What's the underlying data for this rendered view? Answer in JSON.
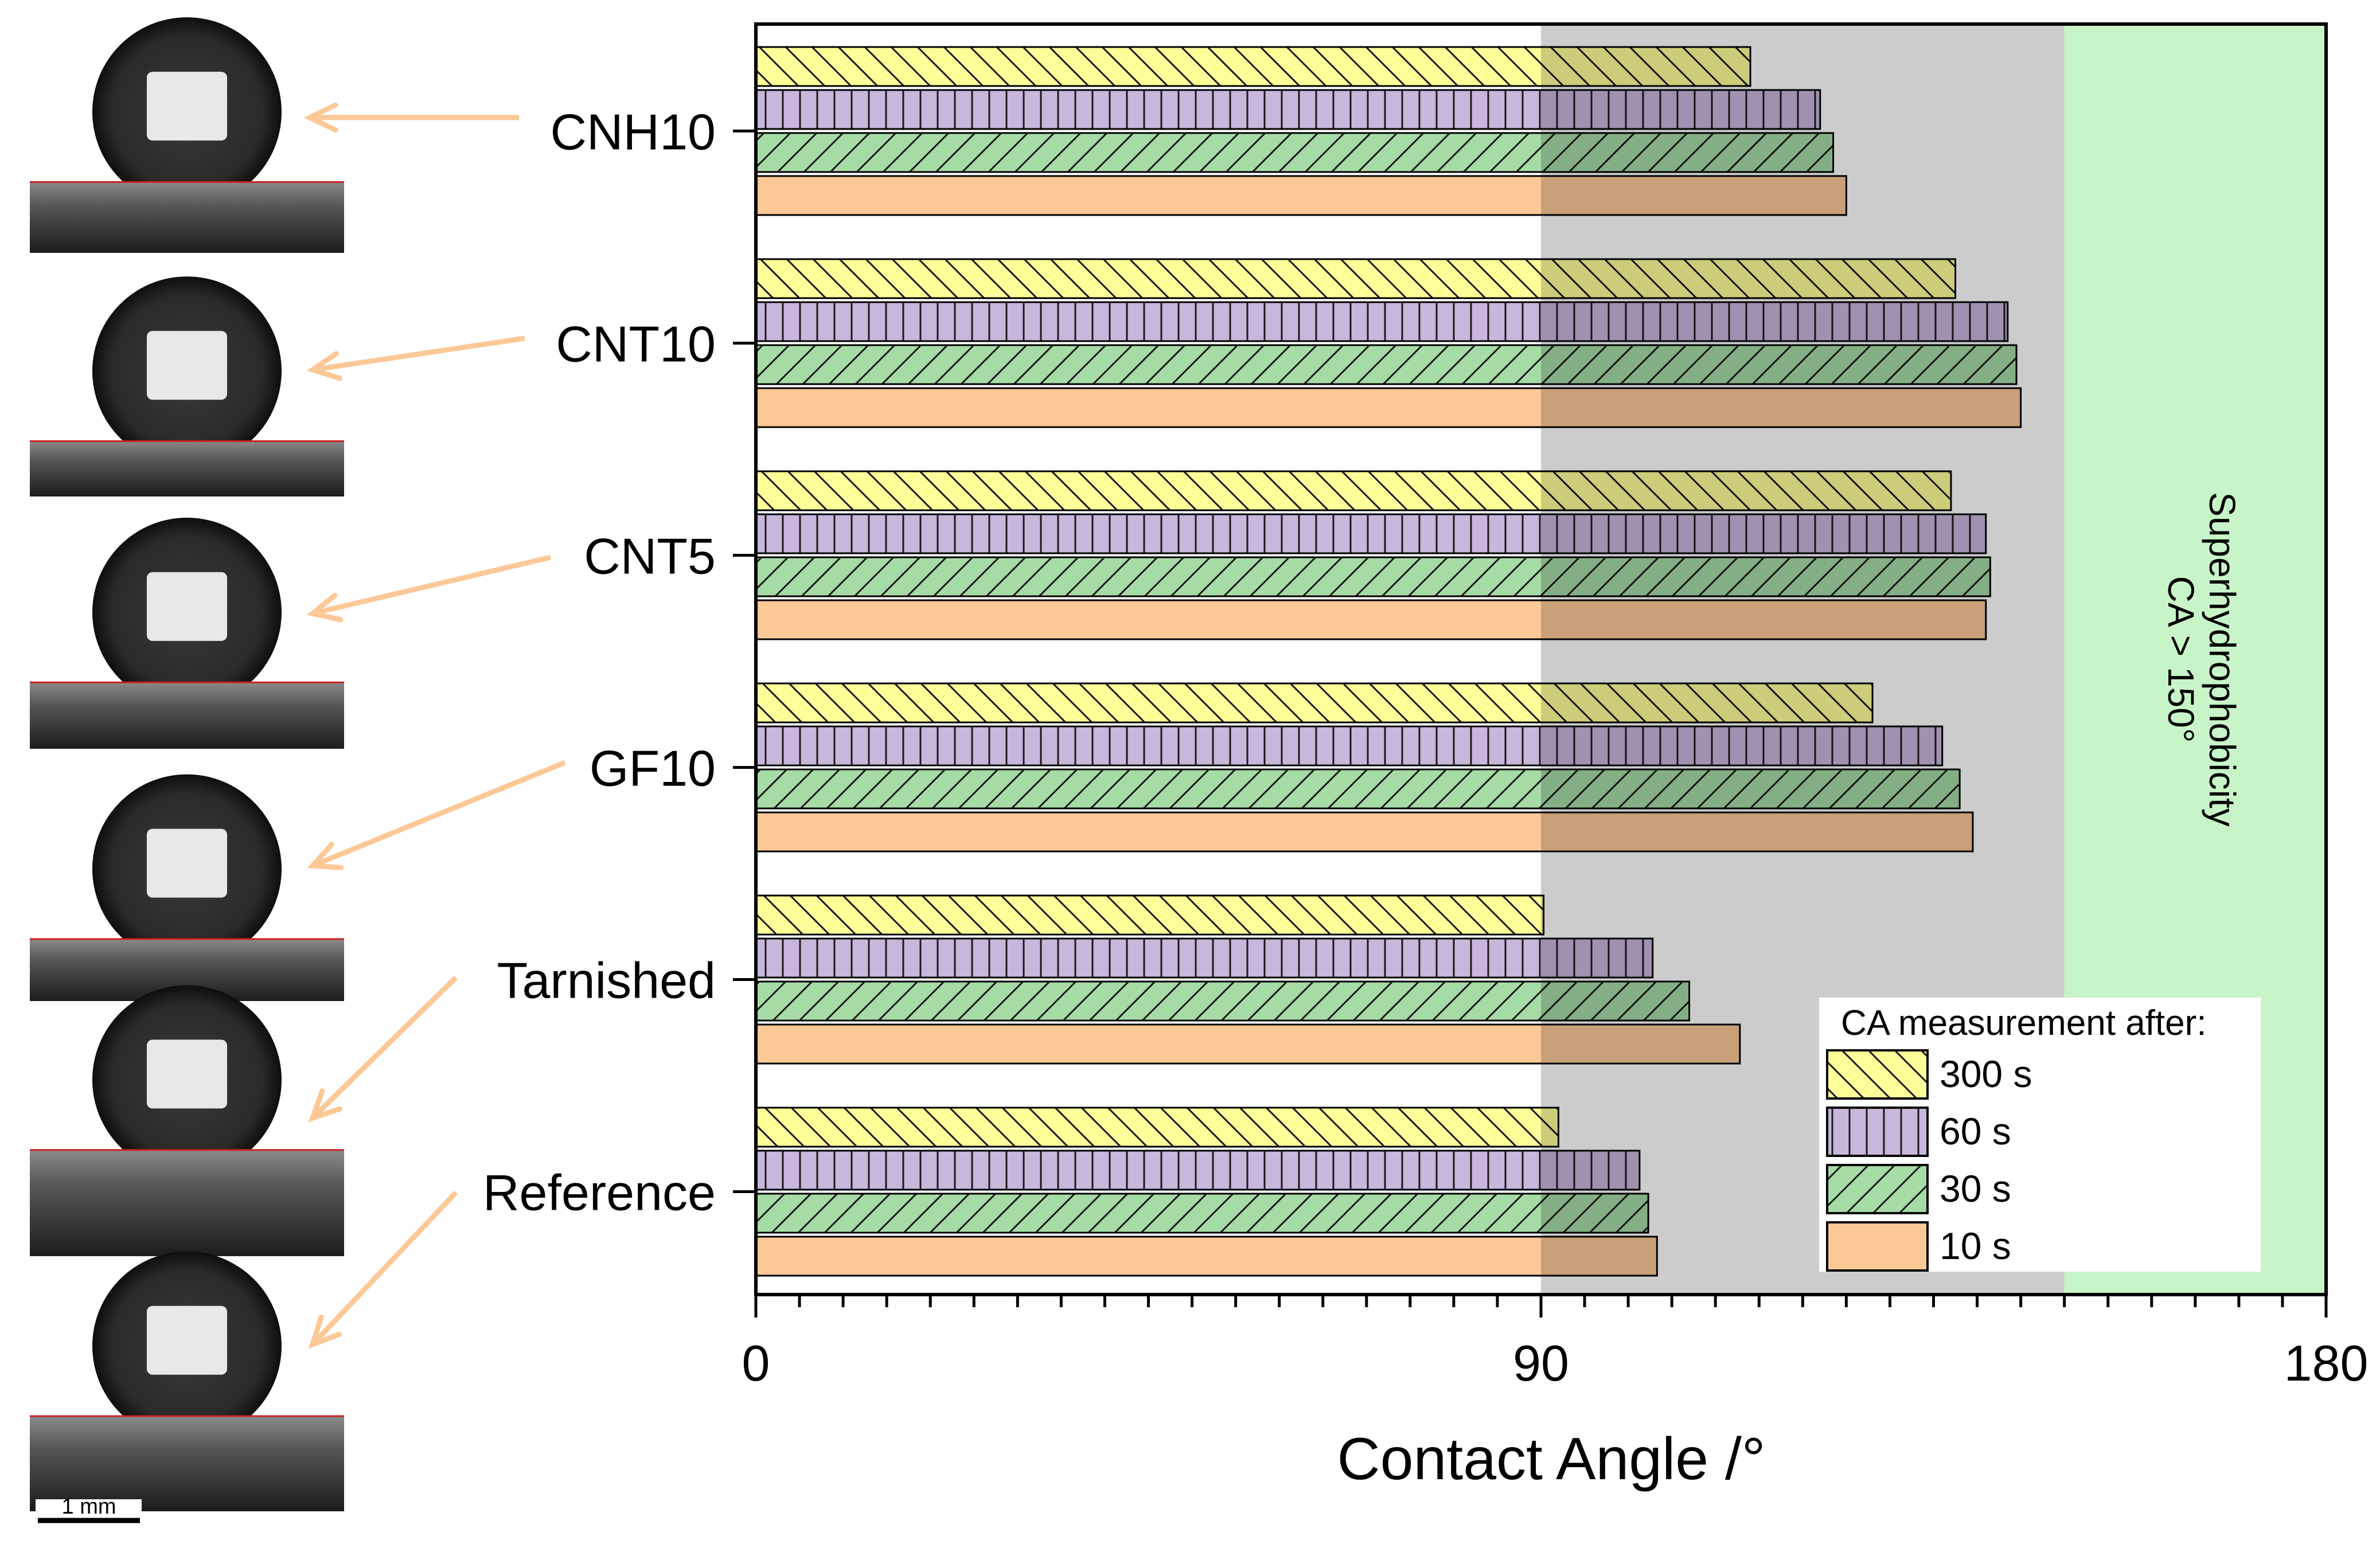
{
  "chart_data": {
    "type": "bar",
    "orientation": "horizontal",
    "categories": [
      "CNH10",
      "CNT10",
      "CNT5",
      "GF10",
      "Tarnished",
      "Reference"
    ],
    "series": [
      {
        "name": "300 s",
        "values": [
          114,
          137.5,
          137,
          128,
          90.3,
          92
        ],
        "color": "#ffff99",
        "pattern": "backslash"
      },
      {
        "name": "60 s",
        "values": [
          122,
          143.5,
          141,
          136,
          102.8,
          101.3
        ],
        "color": "#c8b6dc",
        "pattern": "vertical"
      },
      {
        "name": "30 s",
        "values": [
          123.5,
          144.5,
          141.5,
          138,
          107,
          102.3
        ],
        "color": "#a6dba6",
        "pattern": "slash"
      },
      {
        "name": "10 s",
        "values": [
          125,
          145,
          141,
          139.5,
          112.8,
          103.3
        ],
        "color": "#fcc896",
        "pattern": "none"
      }
    ],
    "xlabel": "Contact Angle /°",
    "ylabel": "",
    "xlim": [
      0,
      180
    ],
    "xticks": [
      "0",
      "90",
      "180"
    ],
    "regions": [
      {
        "from": 90,
        "to": 150,
        "color": "#cccccc"
      },
      {
        "from": 150,
        "to": 180,
        "color": "#c8f5c8",
        "label_lines": [
          "Superhydrophobicity",
          "CA > 150°"
        ]
      }
    ],
    "legend": {
      "title": "CA measurement after:",
      "placement": "bottom-right"
    },
    "grid": false
  },
  "inset_images": {
    "scale_bar_label": "1 mm"
  }
}
